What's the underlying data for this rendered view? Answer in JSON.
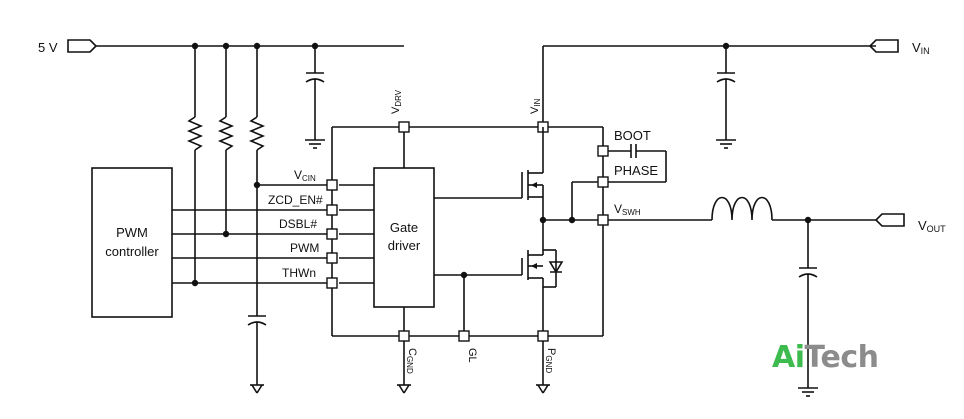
{
  "labels": {
    "v5": "5 V",
    "vin_right_main": "V",
    "vin_right_sub": "IN",
    "vout_main": "V",
    "vout_sub": "OUT",
    "vdrv_main": "V",
    "vdrv_sub": "DRV",
    "vin_top_main": "V",
    "vin_top_sub": "IN",
    "boot": "BOOT",
    "phase": "PHASE",
    "vswh_main": "V",
    "vswh_sub": "SWH",
    "vcin_main": "V",
    "vcin_sub": "CIN",
    "zcd": "ZCD_EN#",
    "dsbl": "DSBL#",
    "pwm": "PWM",
    "thwn": "THWn",
    "cgnd_main": "C",
    "cgnd_sub": "GND",
    "gl": "GL",
    "pgnd_main": "P",
    "pgnd_sub": "GND",
    "pwm_ctrl_1": "PWM",
    "pwm_ctrl_2": "controller",
    "gate_1": "Gate",
    "gate_2": "driver"
  },
  "logo": {
    "ai": "Ai",
    "tech": "Tech"
  }
}
